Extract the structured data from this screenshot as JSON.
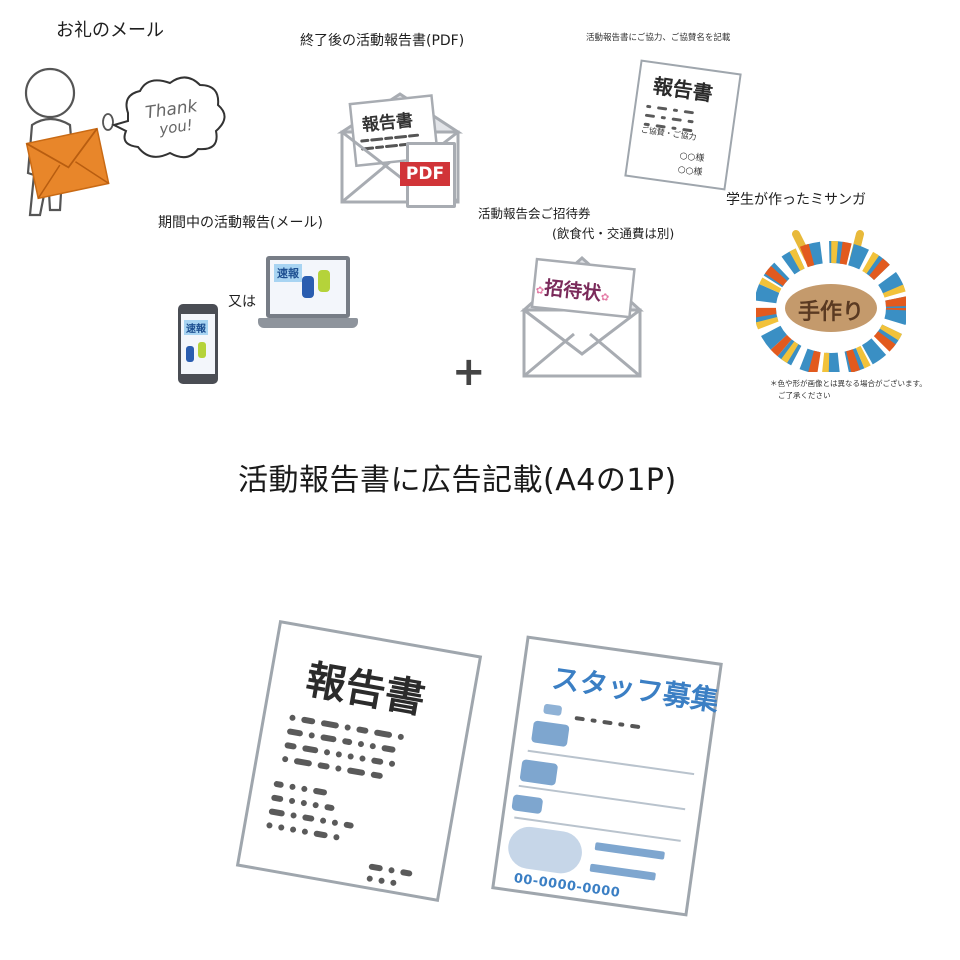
{
  "sections": {
    "thanks_mail": {
      "label": "お礼のメール",
      "bubble_line1": "Thank",
      "bubble_line2": "you!"
    },
    "pdf_report": {
      "label": "終了後の活動報告書(PDF)",
      "paper_title": "報告書",
      "pdf_tag": "PDF"
    },
    "credit_report": {
      "label": "活動報告書にご協力、ご協賛名を記載",
      "paper_title": "報告書",
      "sponsor_line": "ご協賛・ご協力",
      "name1": "○○様",
      "name2": "○○様"
    },
    "interim_report": {
      "label": "期間中の活動報告(メール)",
      "or_label": "又は",
      "laptop_badge": "速報",
      "phone_badge": "速報"
    },
    "invitation": {
      "label_line1": "活動報告会ご招待券",
      "label_line2": "(飲食代・交通費は別)",
      "card_text": "招待状",
      "plus": "+"
    },
    "misanga": {
      "label": "学生が作ったミサンガ",
      "badge": "手作り",
      "note_line1": "＊色や形が画像とは異なる場合がございます。",
      "note_line2": "ご了承ください"
    },
    "ad_section": {
      "title": "活動報告書に広告記載(A4の1P)",
      "report_title": "報告書",
      "ad_title": "スタッフ募集",
      "ad_phone": "00-0000-0000"
    }
  },
  "colors": {
    "envelope_orange": "#e8862a",
    "pdf_red": "#d13438",
    "invite_purple": "#7a2a5a",
    "ad_blue": "#3b7fc4",
    "paper_border": "#9fa6ad",
    "misanga_badge": "#c49a6c",
    "misanga_text": "#5a3a22"
  }
}
